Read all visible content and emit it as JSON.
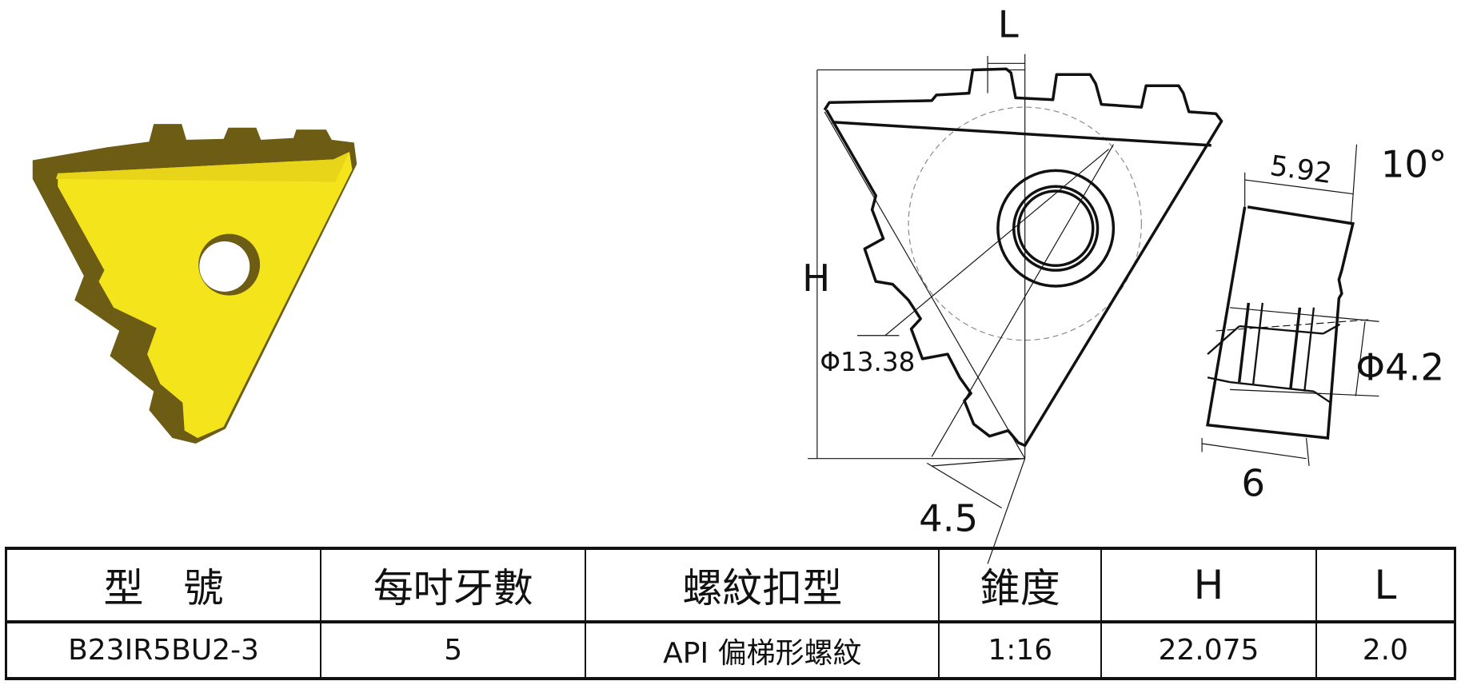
{
  "diagram": {
    "labels": {
      "L": "L",
      "H": "H",
      "circle_diameter": "Φ13.38",
      "tip_width": "4.5",
      "thickness_top": "5.92",
      "angle": "10°",
      "hole_diameter": "Φ4.2",
      "thickness": "6"
    },
    "colors": {
      "insert_face": "#f3e41c",
      "insert_side": "#6d5c14",
      "line": "#111111"
    }
  },
  "table": {
    "headers": [
      "型　號",
      "每吋牙數",
      "螺紋扣型",
      "錐度",
      "H",
      "L"
    ],
    "rows": [
      [
        "B23IR5BU2-3",
        "5",
        "API 偏梯形螺紋",
        "1:16",
        "22.075",
        "2.0"
      ]
    ]
  }
}
